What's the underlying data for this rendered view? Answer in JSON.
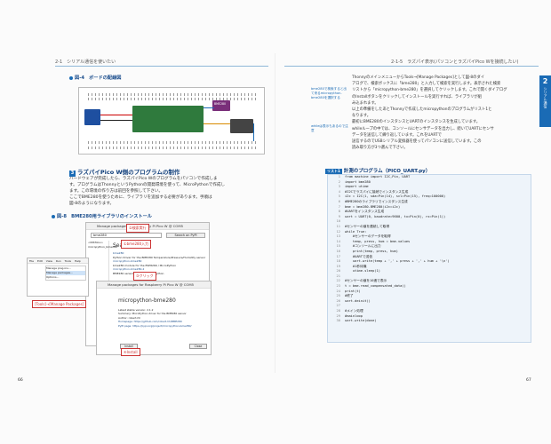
{
  "left": {
    "running_head": "2-1　シリアル通信を使いたい",
    "folio": "66",
    "fig1_caption": "図-4　ボードの配線図",
    "board_label": "BME280",
    "section_num": "3",
    "section_title": "ラズパイPico W側のプログラムの制作",
    "body": [
      "ハードウェアが完成したら、ラズパイPico Wのプログラムをパソコンで作成しま",
      "す。プログラムはThonnyというPythonの開発環境を使って、MicroPythonで作成し",
      "ます。この環境の作り方は前回を参照して下さい。",
      "ここでBME280を使うために、ライブラリを追加する必要があります。手順は",
      "図-8のようになります。"
    ],
    "fig2_caption": "図-8　BME280用ライブラリのインストール",
    "screenshot": {
      "window_title": "Manage packages for Raspberry Pi Pico W @ COM5",
      "search_query": "bme280",
      "search_button": "Search on PyPI",
      "results_title": "Search results",
      "result_items": [
        "bme280",
        "Python Driver for the BME280 Temperature/Pressure/Humidity sensor",
        "micropython-bme280",
        "bme280 module for the ESP8266 / MicroPython",
        "micropython-bme280-2",
        "BME280 sensor driver for MicroPython"
      ],
      "left_items": [
        "<INSTALL>",
        "micropython_bme280"
      ],
      "package_title": "micropython-bme280",
      "package_info": [
        "Latest stable version: 2.1.2",
        "Summary: MicroPython driver for the BME280 sensor",
        "Author: robert-hh",
        "Homepage: https://github.com/robert-hh/BME280",
        "PyPI page: https://pypi.org/project/micropython-bme280/"
      ],
      "install_button": "Install",
      "close_button": "Close",
      "menu_items": [
        "Manage plug-ins...",
        "Manage packages...",
        "Options..."
      ],
      "menu_bar": [
        "File",
        "Edit",
        "View",
        "Run",
        "Tools",
        "Help"
      ]
    },
    "callouts": [
      "②検索実行",
      "①bme280入力",
      "③クリック",
      "[Tools]→[Manage Packages]",
      "④Install"
    ]
  },
  "right": {
    "running_head": "2-1-5　ラズパイ表示(パソコンとラズパイPico Wを接続したい)",
    "folio": "67",
    "tab_number": "2",
    "tab_label": "シリアル通信",
    "body": [
      "ThonnyのメインメニューからTools→[Manage Packages]として図-8のダイ",
      "アログで、検索ボックスに「bme280」と入力して検索を実行します。表示された検索",
      "リストから「micropython-bme280」を選択してクリックします。これで開くダイアログ",
      "のInstallボタンをクリックしてインストールを実行すれば、ライブラリが組",
      "み込まれます。",
      "以上の準備をしたあとThonnyで作成したmicropythonのプログラムがリスト1と",
      "なります。",
      "最初にBME280のインスタンスとUARTのインスタンスを生成しています。",
      "whileループの中では、コンソールにセンサデータを出力し、続いてUARTにセンサ",
      "データを送信して繰り返しています。これをUARTで",
      "送信するのでUSBシリアル変換器を使ってパソコンに送信しています。この",
      "読み取り方が3つ選んで下さい。"
    ],
    "side_notes": [
      "bme280で検索すると出て来るmicropython-bme280を選択する",
      "whileは表示もあるので注意"
    ],
    "listing_tag": "リスト1",
    "listing_title": "計測のプログラム（PICO_UART.py）",
    "code": [
      "from machine import I2C,Pin, UART",
      "import bme280",
      "import utime",
      "#I2Cでラズパイに接続でインスタンス生成",
      "i2c = I2C(1, sda=Pin(14), scl=Pin(15), freq=100000)",
      "#BME280のライブラリでインスタンス生成",
      "bme = bme280.BME280(i2c=i2c)",
      "#UARTをインスタンス生成",
      "uart = UART(0, baudrate=9600, tx=Pin(0), rx=Pin(1))",
      "",
      "#センサーの値を連続して取得",
      "while True:",
      "    #センサーのデータを取得",
      "    temp, press, hum = bme.values",
      "    #コンソールに出力",
      "    print(temp, press, hum)",
      "    #UARTで送信",
      "    uart.write(temp + ',' + press + ',' + hum + '\\n')",
      "    #1秒待機",
      "    utime.sleep(1)",
      "",
      "#センサーの値を10進で表示",
      "t = bme.read_compensated_data()",
      "print(t)",
      "#終了",
      "uart.deinit()",
      "",
      "#メイン処理",
      "#mainloop",
      "uart.write(done)"
    ]
  },
  "colors": {
    "accent": "#1a6bb5",
    "heading": "#0e3d7a",
    "callout": "#cc3333",
    "code_bg": "#eef4fa"
  }
}
